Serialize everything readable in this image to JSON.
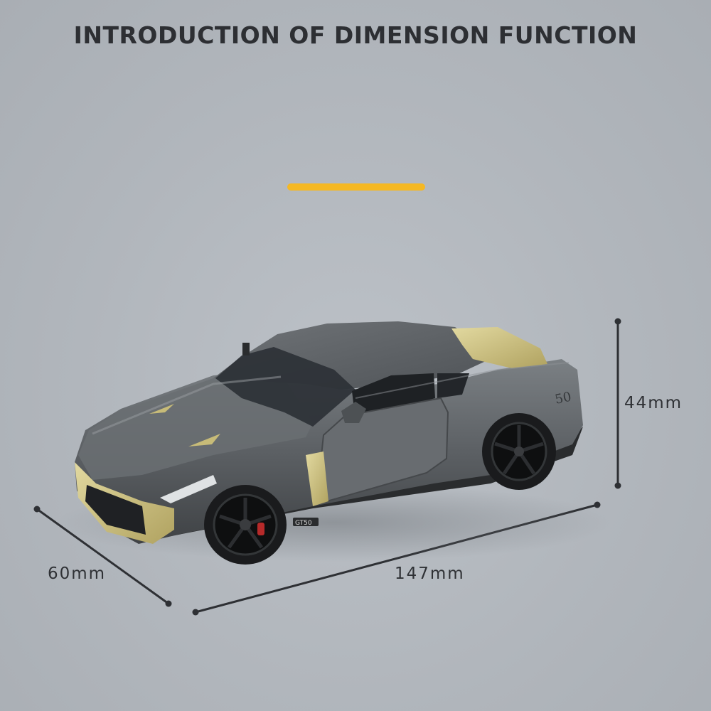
{
  "title": "INTRODUCTION OF DIMENSION FUNCTION",
  "accent_color": "#f5b823",
  "dimensions": {
    "height": "44mm",
    "width": "60mm",
    "length": "147mm"
  },
  "car": {
    "side_badge": "50",
    "plate": "GT50",
    "body_color": "#5b5f62",
    "trim_color": "#c8bc7c"
  },
  "icons": [
    "car-model-image"
  ]
}
